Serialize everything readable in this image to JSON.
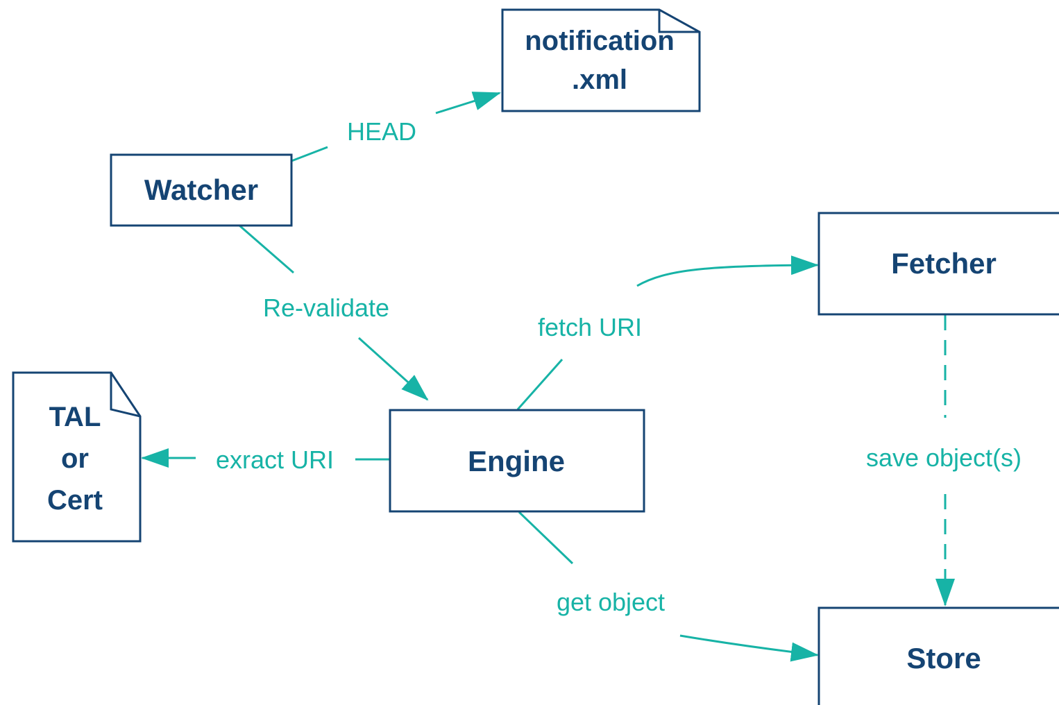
{
  "colors": {
    "node_stroke": "#154473",
    "node_text": "#154473",
    "edge": "#17b3a6",
    "edge_text": "#17b3a6",
    "background": "#ffffff"
  },
  "nodes": {
    "notification_line1": "notification",
    "notification_line2": ".xml",
    "watcher": "Watcher",
    "fetcher": "Fetcher",
    "tal_line1": "TAL",
    "tal_line2": "or",
    "tal_line3": "Cert",
    "engine": "Engine",
    "store": "Store"
  },
  "edges": {
    "head": "HEAD",
    "revalidate": "Re-validate",
    "fetch_uri": "fetch URI",
    "extract_uri": "exract URI",
    "save_objects": "save object(s)",
    "get_object": "get object"
  },
  "icons": {
    "document_nodes": "document-icon",
    "arrowheads": "arrowhead-icon"
  }
}
